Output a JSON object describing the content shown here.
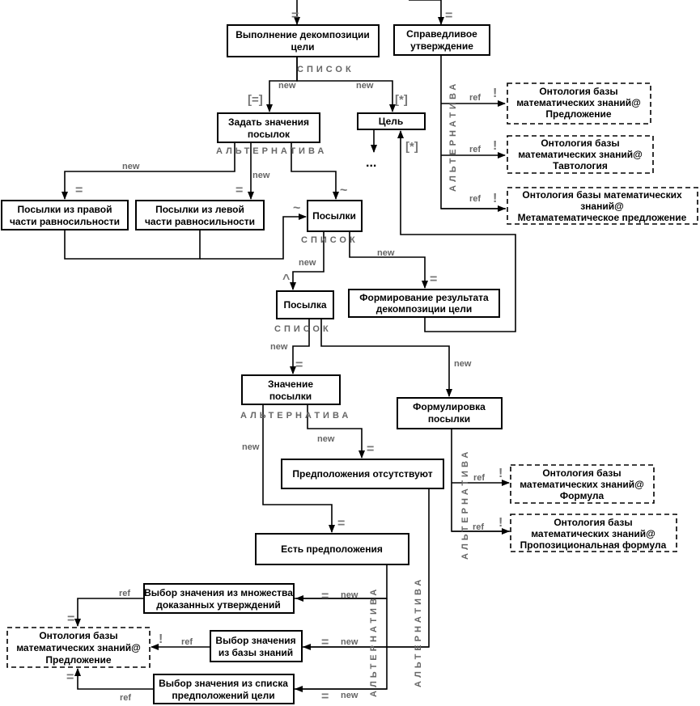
{
  "nodes": {
    "decomposition": [
      "Выполнение декомпозиции",
      "цели"
    ],
    "valid_statement": [
      "Справедливое",
      "утверждение"
    ],
    "ont_sentence_top": [
      "Онтология базы",
      "математических знаний@",
      "Предложение"
    ],
    "ont_tautology": [
      "Онтология базы",
      "математических знаний@",
      "Тавтология"
    ],
    "ont_metamath": [
      "Онтология базы математических",
      "знаний@",
      "Метаматематическое предложение"
    ],
    "set_premises": [
      "Задать значения",
      "посылок"
    ],
    "goal": [
      "Цель"
    ],
    "premises_right": [
      "Посылки из правой",
      "части равносильности"
    ],
    "premises_left": [
      "Посылки из левой",
      "части равносильности"
    ],
    "premises": [
      "Посылки"
    ],
    "form_result": [
      "Формирование результата",
      "декомпозиции цели"
    ],
    "premise": [
      "Посылка"
    ],
    "premise_value": [
      "Значение",
      "посылки"
    ],
    "premise_wording": [
      "Формулировка",
      "посылки"
    ],
    "ont_formula": [
      "Онтология базы",
      "математических знаний@",
      "Формула"
    ],
    "ont_prop_formula": [
      "Онтология базы",
      "математических знаний@",
      "Пропозициональная формула"
    ],
    "no_assumptions": [
      "Предположения отсутствуют"
    ],
    "has_assumptions": [
      "Есть предположения"
    ],
    "from_proven": [
      "Выбор значения из множества",
      "доказанных утверждений"
    ],
    "from_kb": [
      "Выбор значения",
      "из базы знаний"
    ],
    "from_goal_list": [
      "Выбор значения из списка",
      "предположений цели"
    ],
    "ont_sentence_bottom": [
      "Онтология базы",
      "математических знаний@",
      "Предложение"
    ]
  },
  "labels": {
    "list": "СПИСОК",
    "alternative": "АЛЬТЕРНАТИВА",
    "new": "new",
    "ref": "ref",
    "ellipsis": "...",
    "eq": "=",
    "beq": "[=]",
    "bstar": "[*]",
    "tilde": "~",
    "caret": "^",
    "excl": "!"
  }
}
